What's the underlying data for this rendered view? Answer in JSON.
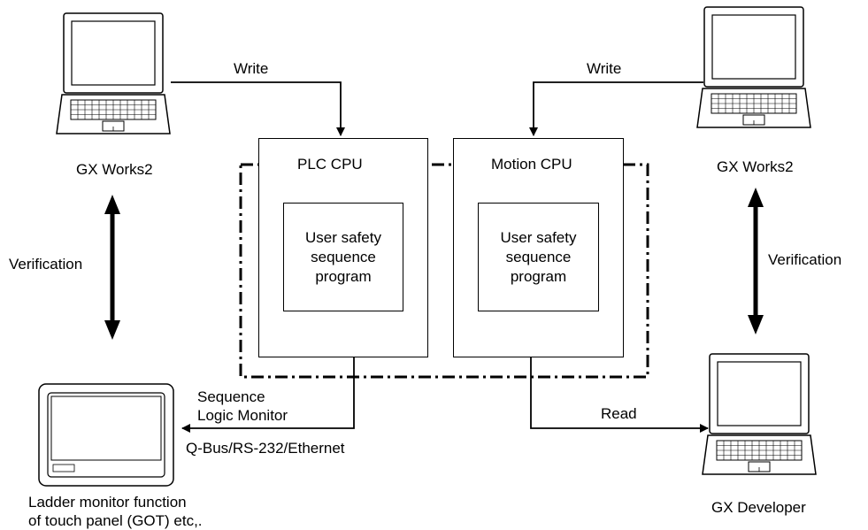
{
  "devices": {
    "laptop_top_left": {
      "label": "GX Works2",
      "icon": "laptop-icon"
    },
    "laptop_top_right": {
      "label": "GX Works2",
      "icon": "laptop-icon"
    },
    "laptop_bottom_right": {
      "label": "GX Developer",
      "icon": "laptop-icon"
    },
    "touch_panel": {
      "label_line1": "Ladder monitor function",
      "label_line2": "of touch panel (GOT) etc,.",
      "icon": "touch-panel-icon"
    }
  },
  "cpus": {
    "plc": {
      "title": "PLC CPU",
      "program": "User safety\nsequence\nprogram"
    },
    "motion": {
      "title": "Motion CPU",
      "program": "User safety\nsequence\nprogram"
    }
  },
  "connections": {
    "write_left": "Write",
    "write_right": "Write",
    "verification_left": "Verification",
    "verification_right": "Verification",
    "read": "Read",
    "sequence_line1": "Sequence",
    "sequence_line2": "Logic Monitor",
    "bus": "Q-Bus/RS-232/Ethernet"
  }
}
